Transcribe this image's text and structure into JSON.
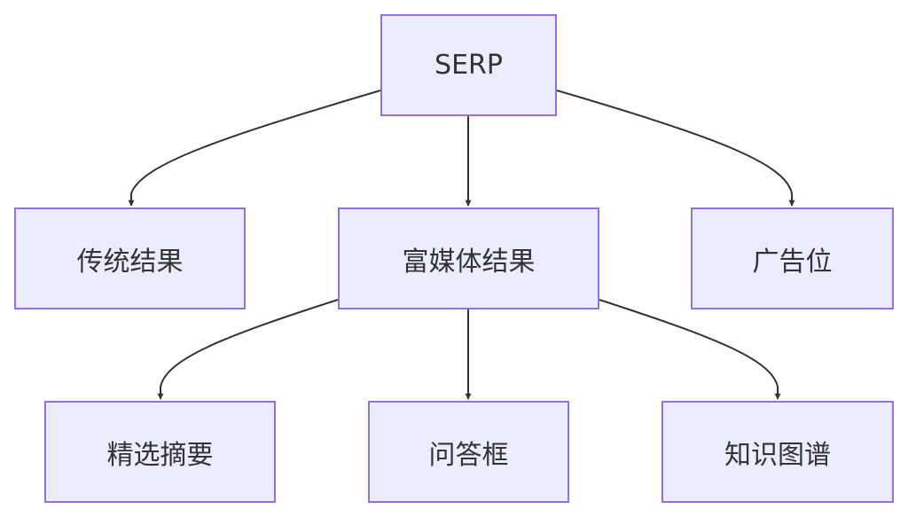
{
  "diagram": {
    "type": "flowchart",
    "colors": {
      "node_fill": "#ECECFF",
      "node_border": "#9370DB",
      "edge": "#333333",
      "text": "#333333",
      "background": "#FFFFFF"
    },
    "nodes": {
      "serp": "SERP",
      "traditional": "传统结果",
      "rich_media": "富媒体结果",
      "ads": "广告位",
      "featured_snippet": "精选摘要",
      "qa_box": "问答框",
      "knowledge_graph": "知识图谱"
    },
    "edges": [
      {
        "from": "serp",
        "to": "traditional"
      },
      {
        "from": "serp",
        "to": "rich_media"
      },
      {
        "from": "serp",
        "to": "ads"
      },
      {
        "from": "rich_media",
        "to": "featured_snippet"
      },
      {
        "from": "rich_media",
        "to": "qa_box"
      },
      {
        "from": "rich_media",
        "to": "knowledge_graph"
      }
    ]
  }
}
